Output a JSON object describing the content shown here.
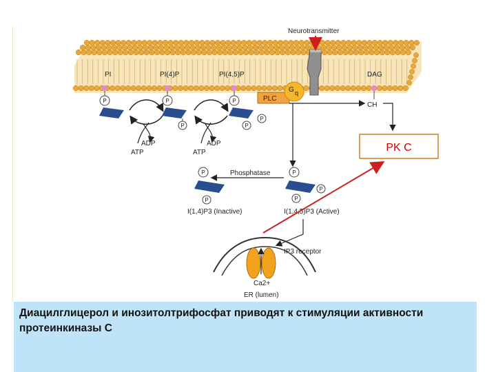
{
  "diagram": {
    "neurotransmitter": "Neurotransmitter",
    "pi": "PI",
    "pi4p": "PI(4)P",
    "pi45p": "PI(4,5)P",
    "dag": "DAG",
    "gq_g": "G",
    "gq_q": "q",
    "plc": "PLC",
    "ch": "CH",
    "pkc": "PK  C",
    "adp1": "ADP",
    "atp1": "ATP",
    "adp2": "ADP",
    "atp2": "ATP",
    "phosphatase": "Phosphatase",
    "ip3_inactive": "I(1,4)P3 (Inactive)",
    "ip3_active": "I(1,4,5)P3 (Active)",
    "ip3_receptor": "IP3 receptor",
    "ca": "Ca2+",
    "er": "ER (lumen)",
    "p": "P",
    "colors": {
      "membrane_head": "#e8a93a",
      "plc_box": "#f0a33c",
      "gq": "#f5b62c",
      "receptor": "#8f8f8f",
      "pkc_box_border": "#d97a1c",
      "pkc_text": "#d00000",
      "red_arrow": "#cc1f1f",
      "blue_lipid": "#2a4d8f",
      "channel": "#f2a31d",
      "caption_bg": "#bfe3f7"
    }
  },
  "caption": "Диацилглицерол и инозитолтрифосфат приводят к стимуляции активности протеинкиназы С"
}
